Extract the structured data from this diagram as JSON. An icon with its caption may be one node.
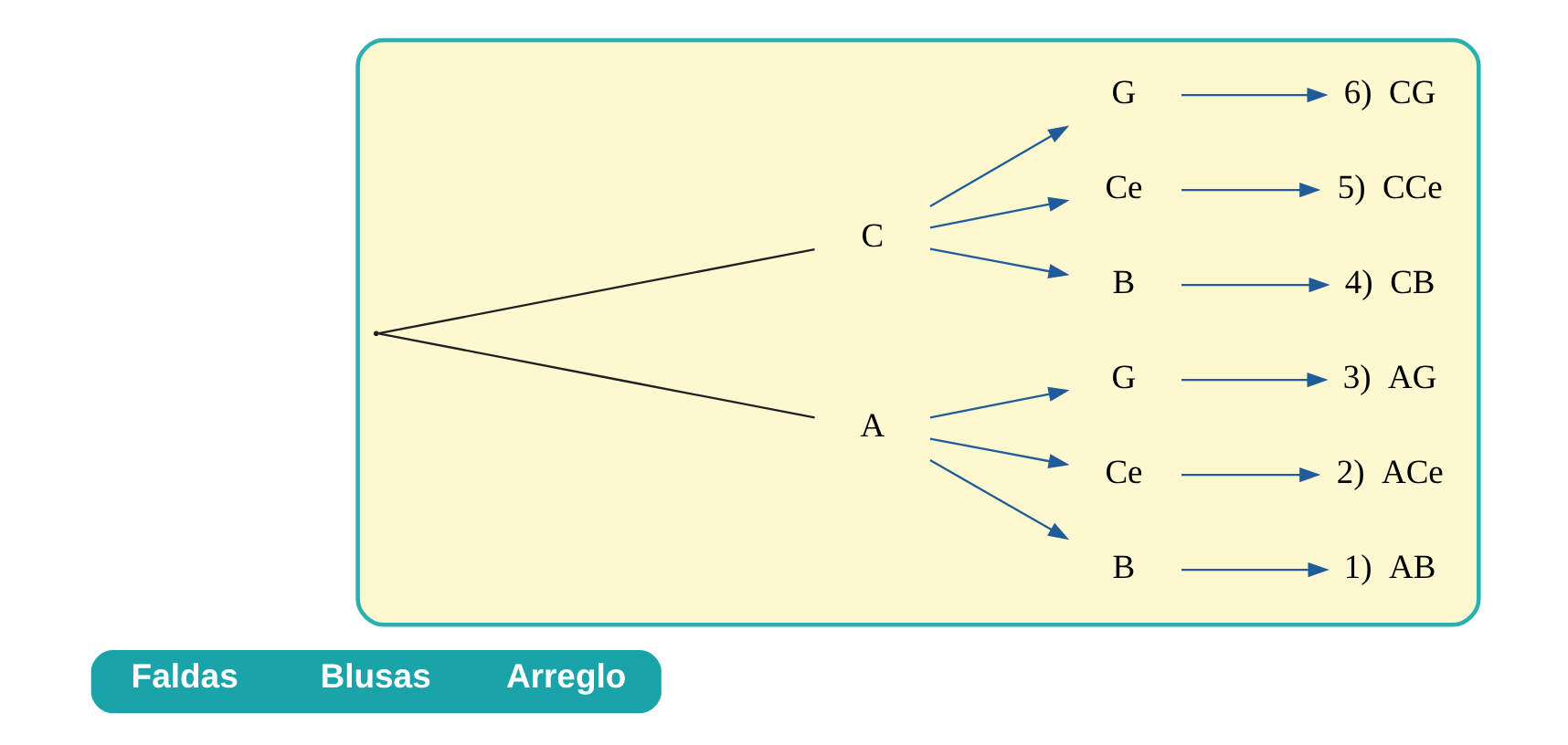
{
  "diagram": {
    "nodes": [
      {
        "text": [
          "Faldas",
          "Blusas",
          "Arreglo"
        ]
      },
      {
        "text": [],
        "shape": "box"
      },
      {
        "text": [],
        "shape": "point",
        "in": 1
      },
      {
        "text": [
          "A"
        ],
        "in": 1
      },
      {
        "text": [
          "B"
        ],
        "in": 1
      },
      {
        "text": [
          "Ce"
        ],
        "in": 1
      },
      {
        "text": [
          "G"
        ],
        "in": 1
      },
      {
        "text": [
          "1)  AB"
        ],
        "in": 1
      },
      {
        "text": [
          "2)  ACe"
        ],
        "in": 1
      },
      {
        "text": [
          "3)  AG"
        ],
        "in": 1
      },
      {
        "text": [
          "C"
        ],
        "in": 1
      },
      {
        "text": [
          "B"
        ],
        "in": 1
      },
      {
        "text": [
          "Ce"
        ],
        "in": 1
      },
      {
        "text": [
          "G"
        ],
        "in": 1
      },
      {
        "text": [
          "4)  CB"
        ],
        "in": 1
      },
      {
        "text": [
          "5)  CCe"
        ],
        "in": 1
      },
      {
        "text": [
          "6)  CG"
        ],
        "in": 1
      }
    ],
    "edges": [
      {
        "from": 2,
        "to": 3,
        "arrow": "none",
        "color": "#231f20"
      },
      {
        "from": 2,
        "to": 10,
        "arrow": "none",
        "color": "#231f20"
      },
      {
        "from": 3,
        "to": 4,
        "arrow": "to"
      },
      {
        "from": 3,
        "to": 5,
        "arrow": "to"
      },
      {
        "from": 3,
        "to": 6,
        "arrow": "to"
      },
      {
        "from": 4,
        "to": 7,
        "arrow": "to"
      },
      {
        "from": 5,
        "to": 8,
        "arrow": "to"
      },
      {
        "from": 6,
        "to": 9,
        "arrow": "to"
      },
      {
        "from": 10,
        "to": 11,
        "arrow": "to"
      },
      {
        "from": 10,
        "to": 12,
        "arrow": "to"
      },
      {
        "from": 10,
        "to": 13,
        "arrow": "to"
      },
      {
        "from": 11,
        "to": 14,
        "arrow": "to"
      },
      {
        "from": 12,
        "to": 15,
        "arrow": "to"
      },
      {
        "from": 13,
        "to": 16,
        "arrow": "to"
      }
    ]
  }
}
